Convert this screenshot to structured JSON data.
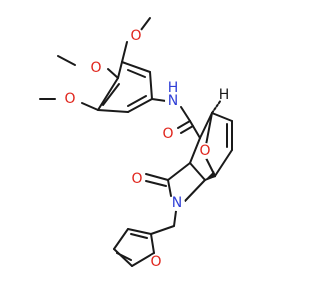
{
  "molecule": {
    "atom_labels": {
      "o_methoxy_top": "O",
      "o_methoxy_mid": "O",
      "o_methoxy_low": "O",
      "nh": "N",
      "nh_h": "H",
      "o_amide": "O",
      "o_bridge": "O",
      "o_lactam": "O",
      "n_ring": "N",
      "o_furan": "O",
      "h_stereo": "H"
    },
    "colors": {
      "carbon_bonds": "#1a1a1a",
      "oxygen": "#e0241b",
      "nitrogen": "#2f3fd6"
    }
  }
}
